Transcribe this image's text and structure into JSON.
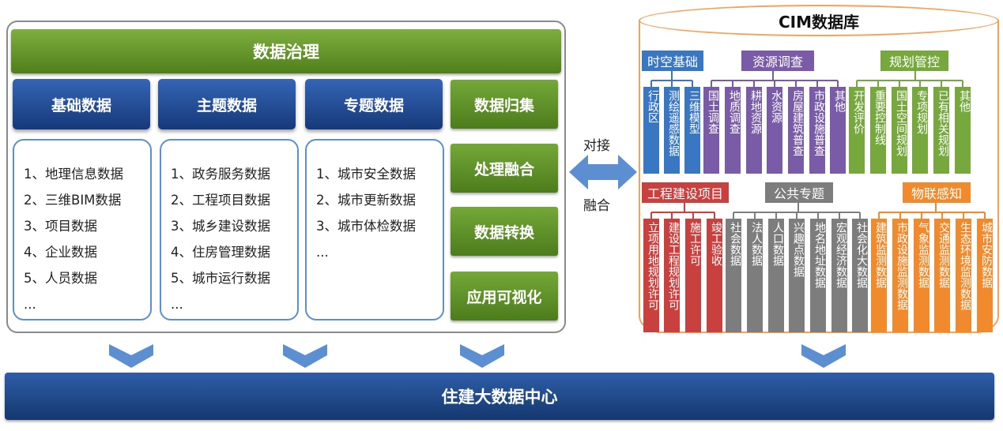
{
  "left": {
    "governance": "数据治理",
    "columns": [
      {
        "header": "基础数据",
        "items": [
          "1、地理信息数据",
          "2、三维BIM数据",
          "3、项目数据",
          "4、企业数据",
          "5、人员数据",
          "..."
        ]
      },
      {
        "header": "主题数据",
        "items": [
          "1、政务服务数据",
          "2、工程项目数据",
          "3、城乡建设数据",
          "4、住房管理数据",
          "5、城市运行数据",
          "..."
        ]
      },
      {
        "header": "专题数据",
        "items": [
          "1、城市安全数据",
          "2、城市更新数据",
          "3、城市体检数据",
          "..."
        ]
      }
    ],
    "processes": [
      "数据归集",
      "处理融合",
      "数据转换",
      "应用可视化"
    ]
  },
  "connector": {
    "top": "对接",
    "bottom": "融合"
  },
  "cim": {
    "title": "CIM数据库",
    "groups": [
      {
        "name": "时空基础",
        "color": "#3a77c2",
        "cols": [
          "行政区",
          "测绘遥感数据",
          "三维模型"
        ]
      },
      {
        "name": "资源调查",
        "color": "#7a5ba8",
        "cols": [
          "国土调查",
          "地质调查",
          "耕地资源",
          "水资源",
          "房屋建筑普查",
          "市政设施普查",
          "其他"
        ]
      },
      {
        "name": "规划管控",
        "color": "#76a83d",
        "cols": [
          "开发评价",
          "重要控制线",
          "国土空间规划",
          "专项规划",
          "已有相关规划",
          "其他"
        ]
      },
      {
        "name": "工程建设项目",
        "color": "#c9413f",
        "cols": [
          "立项用地规划许可",
          "建设工程规划许可",
          "施工许可",
          "竣工验收"
        ]
      },
      {
        "name": "公共专题",
        "color": "#7d7d7d",
        "cols": [
          "社会数据",
          "法人数据",
          "人口数据",
          "兴趣点数据",
          "地名地址数据",
          "宏观经济数据",
          "社会化大数据"
        ]
      },
      {
        "name": "物联感知",
        "color": "#f08a2c",
        "cols": [
          "建筑监测数据",
          "市政设施监测数据",
          "气象监测数据",
          "交通监测数据",
          "生态环境监测数据",
          "城市安防数据"
        ]
      }
    ]
  },
  "bottom": "住建大数据中心",
  "icons": {
    "connector": "double-arrow-icon",
    "down": "chevron-down-icon"
  }
}
